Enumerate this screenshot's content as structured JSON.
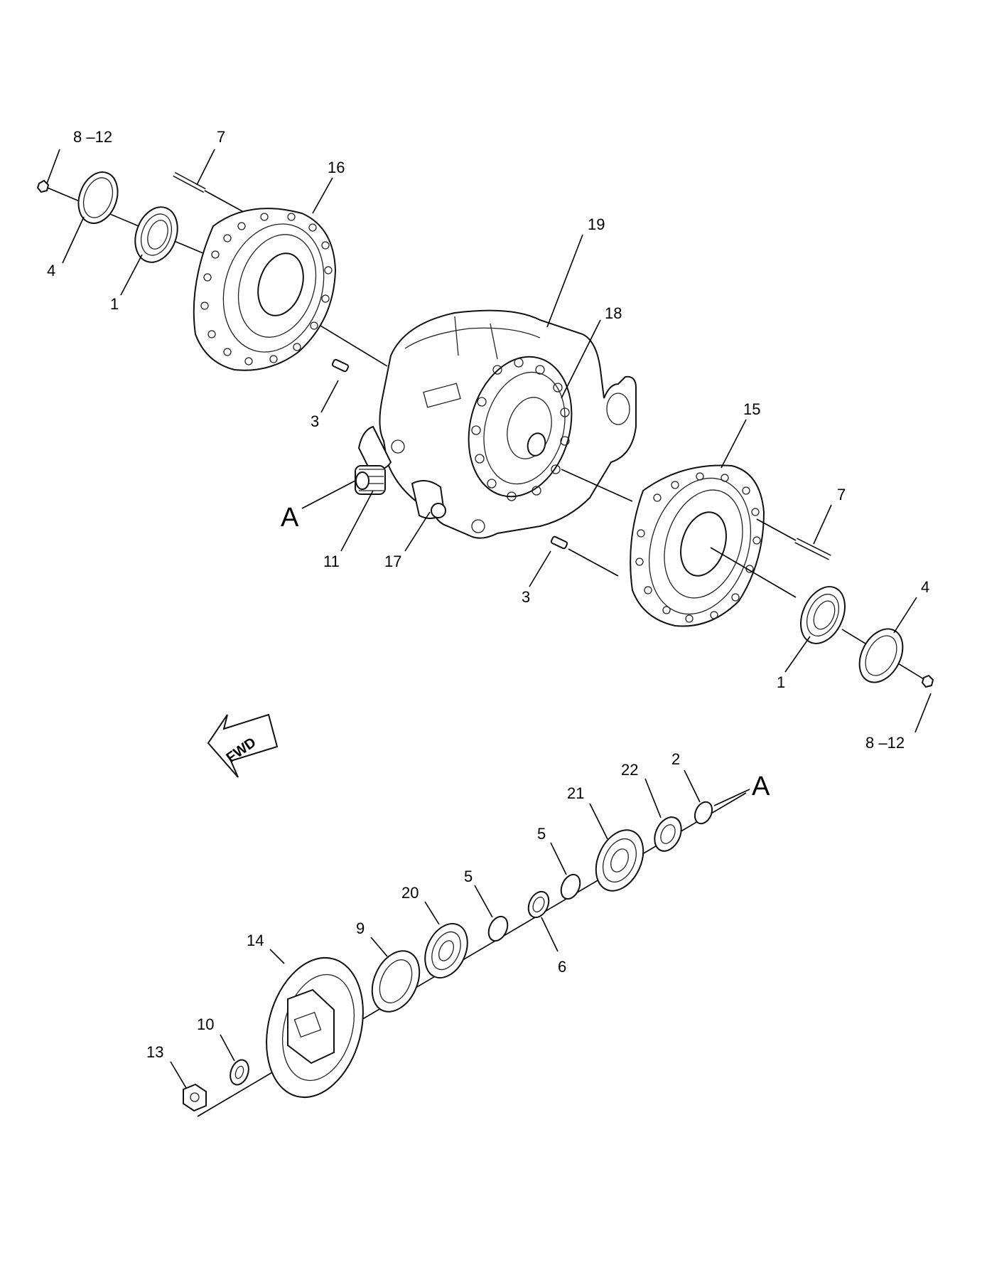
{
  "callouts": {
    "c8_12_top": "8 –12",
    "c7_top": "7",
    "c16": "16",
    "c4_top": "4",
    "c1_top": "1",
    "c19": "19",
    "c18": "18",
    "c3_top": "3",
    "c15": "15",
    "cA_top": "A",
    "c11": "11",
    "c17": "17",
    "c7_right": "7",
    "c3_bottom": "3",
    "c4_right": "4",
    "c1_right": "1",
    "c8_12_right": "8 –12",
    "c2": "2",
    "c22": "22",
    "cA_bottom": "A",
    "c21": "21",
    "c5_right": "5",
    "c20": "20",
    "c5_left": "5",
    "c9": "9",
    "c6": "6",
    "c14": "14",
    "c10": "10",
    "c13": "13"
  },
  "fwd_arrow": {
    "label": "FWD"
  }
}
